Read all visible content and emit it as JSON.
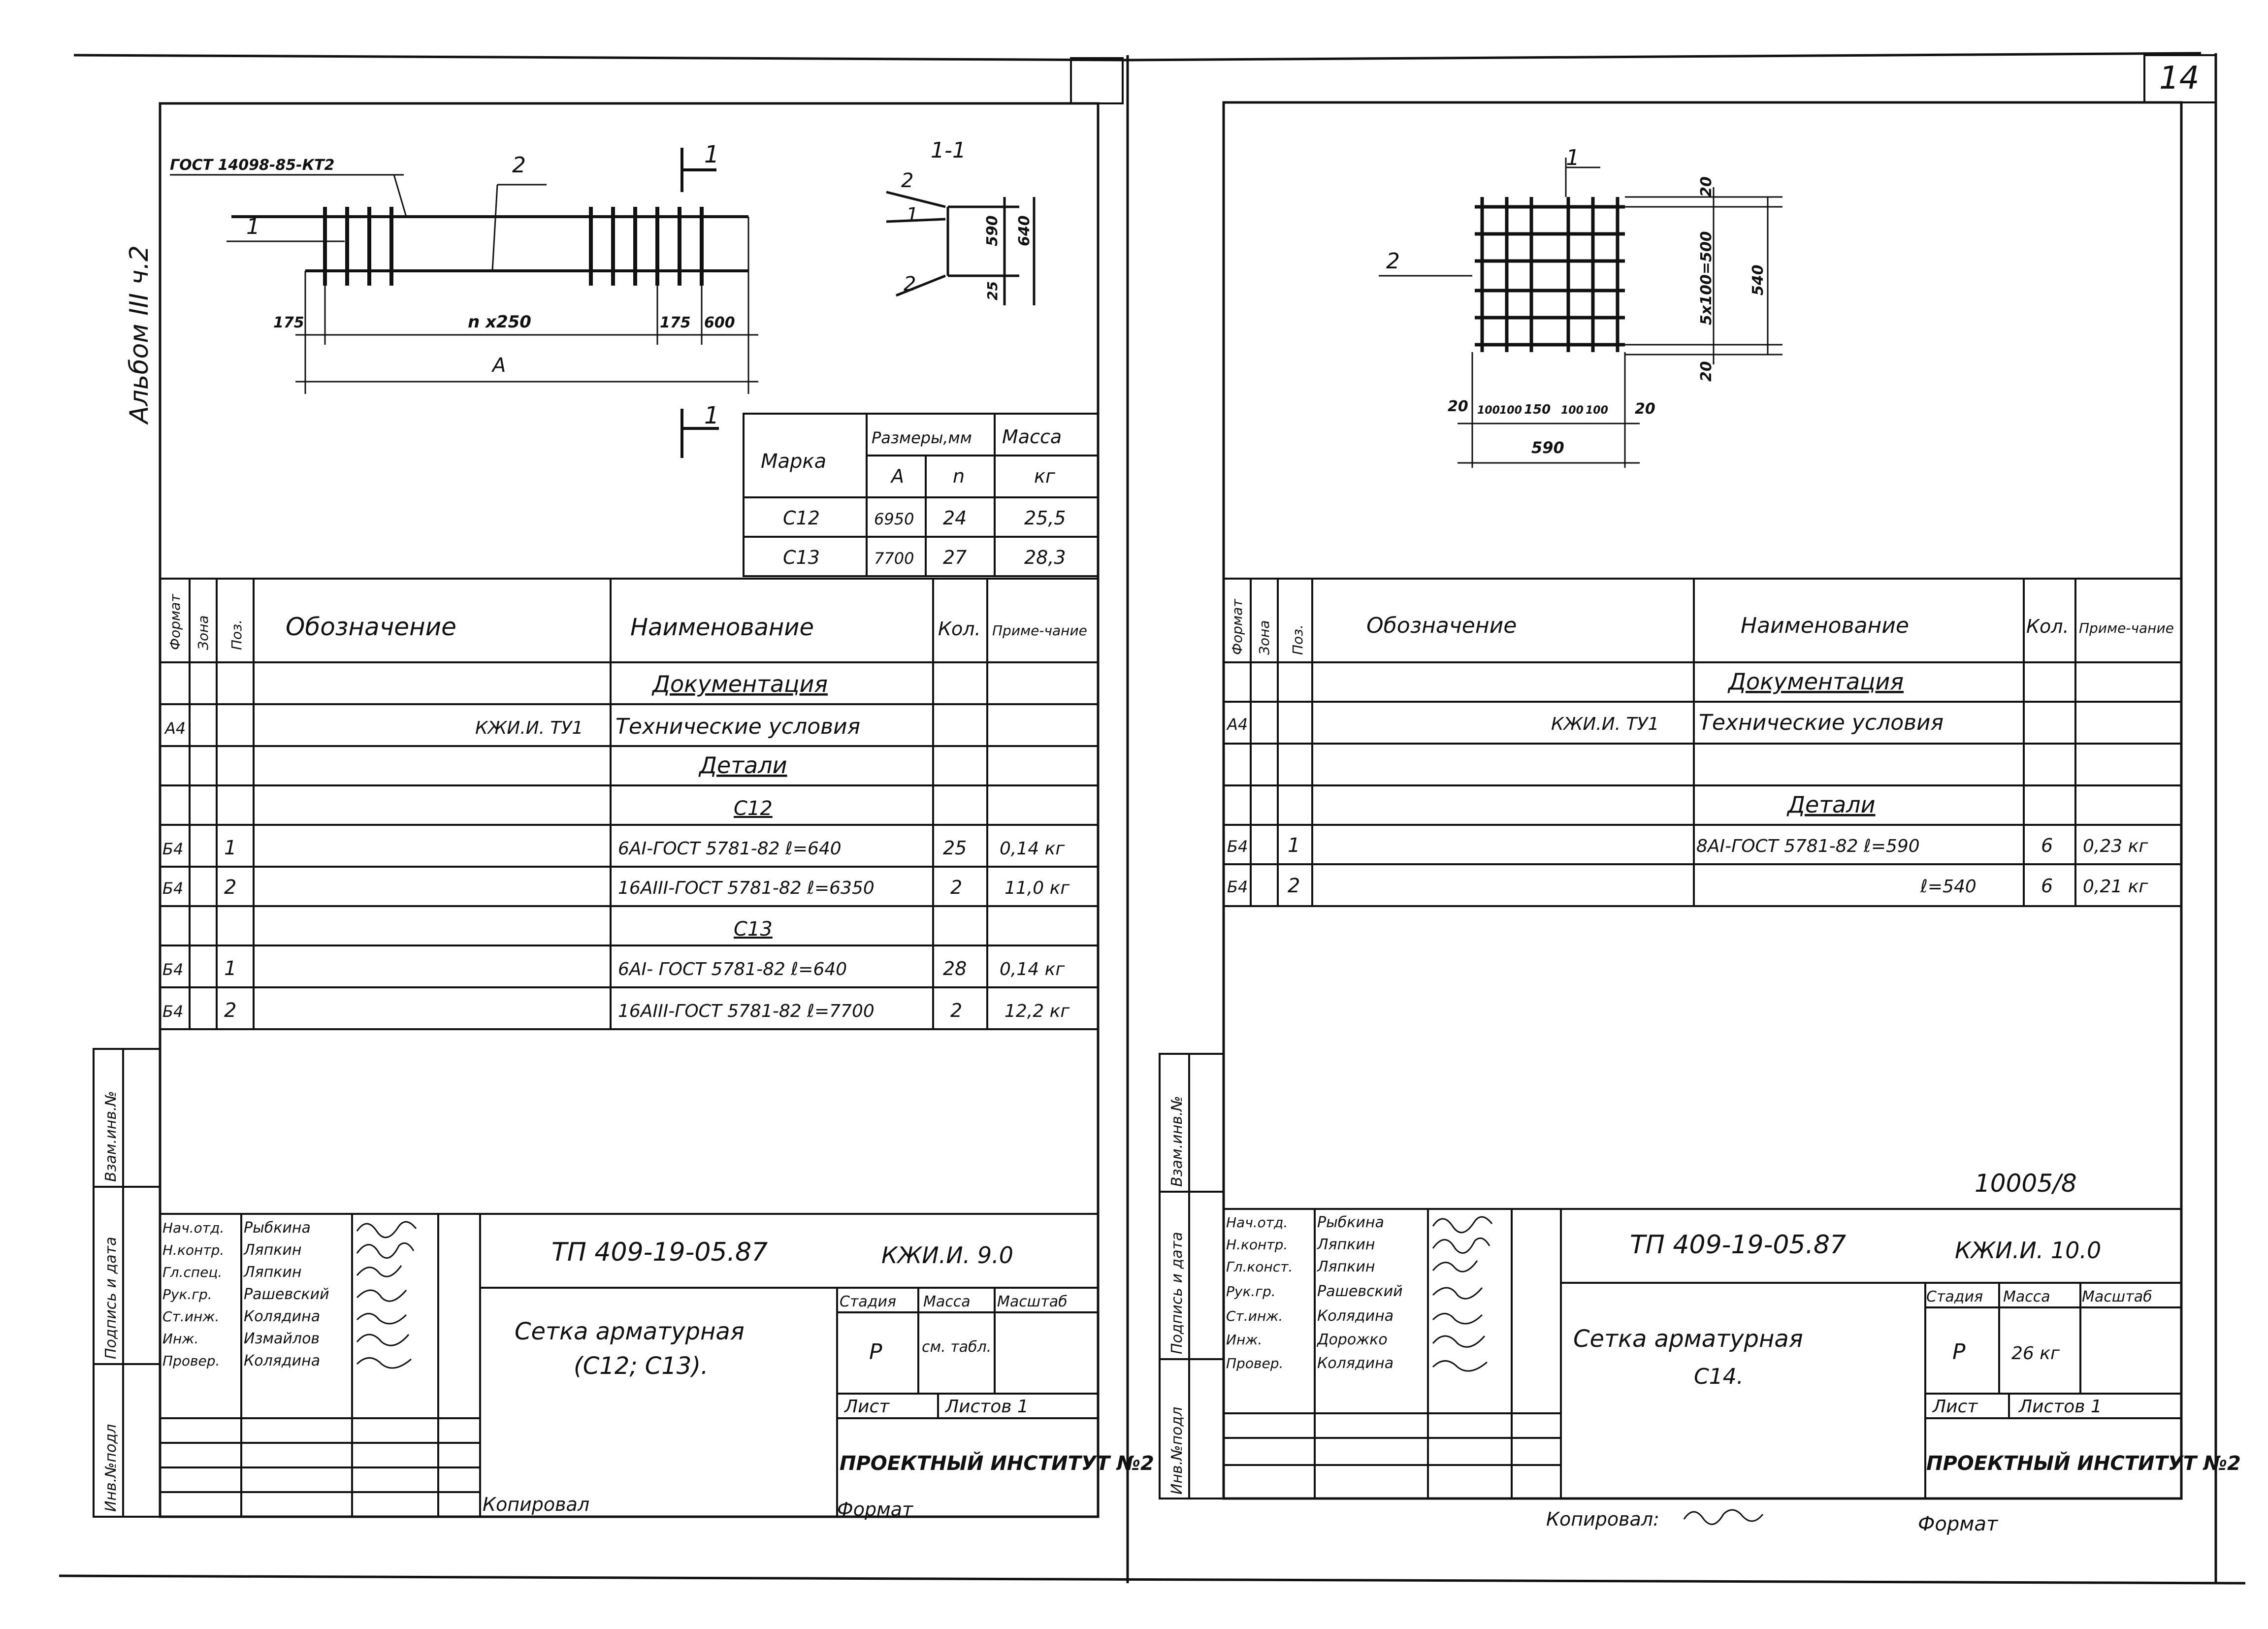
{
  "left": {
    "album": "Альбом III ч.2",
    "drawing": {
      "gost_label": "ГОСТ 14098-85-КТ2",
      "pos1": "1",
      "pos2": "2",
      "section_mark": "1",
      "dim_175a": "175",
      "dim_nx250": "n x250",
      "dim_175b": "175",
      "dim_600": "600",
      "dim_A": "А",
      "section_title": "1-1",
      "sec_pos2a": "2",
      "sec_pos1": "1",
      "sec_pos2b": "2",
      "sec_590": "590",
      "sec_640": "640",
      "sec_25": "25"
    },
    "marks_table": {
      "h_mark": "Марка",
      "h_dims": "Размеры,мм",
      "h_mass": "Масса",
      "h_A": "А",
      "h_n": "n",
      "h_kg": "кг",
      "rows": [
        {
          "mark": "С12",
          "a": "6950",
          "n": "24",
          "mass": "25,5"
        },
        {
          "mark": "С13",
          "a": "7700",
          "n": "27",
          "mass": "28,3"
        }
      ]
    },
    "spec": {
      "h_format": "Формат",
      "h_zone": "Зона",
      "h_pos": "Поз.",
      "h_designation": "Обозначение",
      "h_name": "Наименование",
      "h_qty": "Кол.",
      "h_note": "Приме-чание",
      "documentation": "Документация",
      "doc_format": "А4",
      "doc_code": "КЖИ.И. ТУ1",
      "doc_name": "Технические условия",
      "details": "Детали",
      "c12": "С12",
      "r1": {
        "fmt": "Б4",
        "pos": "1",
        "name": "6АI-ГОСТ 5781-82  ℓ=640",
        "qty": "25",
        "note": "0,14 кг"
      },
      "r2": {
        "fmt": "Б4",
        "pos": "2",
        "name": "16АIII-ГОСТ 5781-82 ℓ=6350",
        "qty": "2",
        "note": "11,0 кг"
      },
      "c13": "С13",
      "r3": {
        "fmt": "Б4",
        "pos": "1",
        "name": "6АI- ГОСТ 5781-82  ℓ=640",
        "qty": "28",
        "note": "0,14 кг"
      },
      "r4": {
        "fmt": "Б4",
        "pos": "2",
        "name": "16АIII-ГОСТ 5781-82 ℓ=7700",
        "qty": "2",
        "note": "12,2 кг"
      }
    },
    "side": {
      "a": "Взам.инв.№",
      "b": "Подпись и дата",
      "c": "Инв.№подл"
    },
    "stamp": {
      "roles": [
        "Нач.отд.",
        "Н.контр.",
        "Гл.спец.",
        "Рук.гр.",
        "Ст.инж.",
        "Инж.",
        "Провер."
      ],
      "names": [
        "Рыбкина",
        "Ляпкин",
        "Ляпкин",
        "Рашевский",
        "Колядина",
        "Измайлов",
        "Колядина"
      ],
      "project": "ТП 409-19-05.87",
      "code": "КЖИ.И. 9.0",
      "title1": "Сетка арматурная",
      "title2": "(С12; С13).",
      "h_stage": "Стадия",
      "h_mass": "Масса",
      "h_scale": "Масштаб",
      "stage": "Р",
      "mass": "см. табл.",
      "sheet": "Лист",
      "sheets": "Листов 1",
      "org": "ПРОЕКТНЫЙ ИНСТИТУТ №2"
    },
    "bottom_copied": "Копировал",
    "bottom_format": "Формат"
  },
  "right": {
    "page_no": "14",
    "drawing": {
      "pos1": "1",
      "pos2": "2",
      "d20a": "20",
      "d5x100": "5x100=500",
      "d540": "540",
      "d20b": "20",
      "d20c": "20",
      "d100a": "100",
      "d100b": "100",
      "d150": "150",
      "d100c": "100",
      "d100d": "100",
      "d20d": "20",
      "d590": "590"
    },
    "spec": {
      "h_format": "Формат",
      "h_zone": "Зона",
      "h_pos": "Поз.",
      "h_designation": "Обозначение",
      "h_name": "Наименование",
      "h_qty": "Кол.",
      "h_note": "Приме-чание",
      "documentation": "Документация",
      "doc_format": "А4",
      "doc_code": "КЖИ.И. ТУ1",
      "doc_name": "Технические условия",
      "details": "Детали",
      "r1": {
        "fmt": "Б4",
        "pos": "1",
        "name": "8АI-ГОСТ 5781-82   ℓ=590",
        "qty": "6",
        "note": "0,23 кг"
      },
      "r2": {
        "fmt": "Б4",
        "pos": "2",
        "name": "ℓ=540",
        "qty": "6",
        "note": "0,21 кг"
      }
    },
    "inv_no": "10005/8",
    "side": {
      "a": "Взам.инв.№",
      "b": "Подпись и дата",
      "c": "Инв.№подл"
    },
    "stamp": {
      "roles": [
        "Нач.отд.",
        "Н.контр.",
        "Гл.конст.",
        "Рук.гр.",
        "Ст.инж.",
        "Инж.",
        "Провер."
      ],
      "names": [
        "Рыбкина",
        "Ляпкин",
        "Ляпкин",
        "Рашевский",
        "Колядина",
        "Дорожко",
        "Колядина"
      ],
      "project": "ТП 409-19-05.87",
      "code": "КЖИ.И. 10.0",
      "title1": "Сетка арматурная",
      "title2": "С14.",
      "h_stage": "Стадия",
      "h_mass": "Масса",
      "h_scale": "Масштаб",
      "stage": "Р",
      "mass": "26 кг",
      "sheet": "Лист",
      "sheets": "Листов 1",
      "org": "ПРОЕКТНЫЙ ИНСТИТУТ №2"
    },
    "bottom_copied": "Копировал:",
    "bottom_format": "Формат"
  }
}
